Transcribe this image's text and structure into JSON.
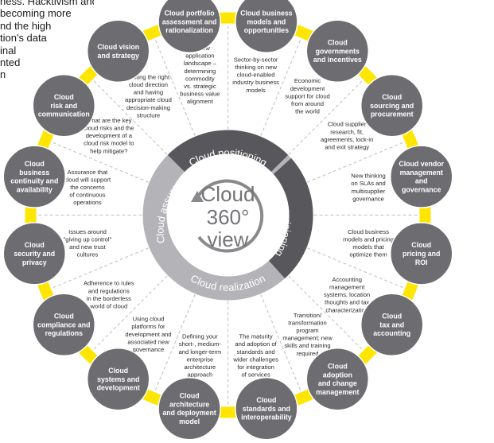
{
  "background_text": [
    "ness. Hacktivism and",
    "becoming more",
    "nd the high",
    "tion's data",
    "inal",
    "nted",
    "n"
  ],
  "center": {
    "line1": "Cloud",
    "line2": "360°",
    "line3": "view"
  },
  "ring_labels": {
    "top": "Cloud positioning",
    "right": "Cloud provisioning",
    "bottom": "Cloud realization",
    "left": "Cloud assurance"
  },
  "nodes": [
    {
      "label": "Cloud portfolio assessment and rationalization",
      "lines": [
        "Cloud portfolio",
        "assessment and",
        "rationalization"
      ],
      "description": [
        "Review",
        "application",
        "landscape –",
        "determining",
        "commodity",
        "vs. strategic",
        "business value",
        "alignment"
      ]
    },
    {
      "label": "Cloud business models and opportunities",
      "lines": [
        "Cloud business",
        "models and",
        "opportunities"
      ],
      "description": [
        "Sector-by-sector",
        "thinking on new",
        "cloud-enabled",
        "industry business",
        "models"
      ]
    },
    {
      "label": "Cloud governments and incentives",
      "lines": [
        "Cloud",
        "governments",
        "and incentives"
      ],
      "description": [
        "Economic",
        "development",
        "support for cloud",
        "from around",
        "the world"
      ]
    },
    {
      "label": "Cloud sourcing and procurement",
      "lines": [
        "Cloud",
        "sourcing and",
        "procurement"
      ],
      "description": [
        "Cloud supplier",
        "research, fit,",
        "agreements, lock-in",
        "and exit strategy"
      ]
    },
    {
      "label": "Cloud vendor management and governance",
      "lines": [
        "Cloud vendor",
        "management",
        "and",
        "governance"
      ],
      "description": [
        "New thinking",
        "on SLAs and",
        "multisupplier",
        "governance"
      ]
    },
    {
      "label": "Cloud pricing and ROI",
      "lines": [
        "Cloud",
        "pricing and",
        "ROI"
      ],
      "description": [
        "Cloud business",
        "models and pricing",
        "models that",
        "optimize them"
      ]
    },
    {
      "label": "Cloud tax and accounting",
      "lines": [
        "Cloud",
        "tax and",
        "accounting"
      ],
      "description": [
        "Accounting",
        "management",
        "systems, location",
        "thoughts and tax",
        "characterization"
      ]
    },
    {
      "label": "Cloud adoption and change management",
      "lines": [
        "Cloud",
        "adoption",
        "and change",
        "management"
      ],
      "description": [
        "Transition/",
        "transformation",
        "program",
        "management; new",
        "skills and training",
        "required"
      ]
    },
    {
      "label": "Cloud standards and interoperability",
      "lines": [
        "Cloud",
        "standards and",
        "interoperability"
      ],
      "description": [
        "The maturity",
        "and adoption of",
        "standards and",
        "wider challenges",
        "for integration",
        "of services"
      ]
    },
    {
      "label": "Cloud architecture and deployment model",
      "lines": [
        "Cloud",
        "architecture",
        "and deployment",
        "model"
      ],
      "description": [
        "Defining your",
        "short-, medium-",
        "and longer-term",
        "enterprise",
        "architecture",
        "approach"
      ]
    },
    {
      "label": "Cloud systems and development",
      "lines": [
        "Cloud",
        "systems and",
        "development"
      ],
      "description": [
        "Using cloud",
        "platforms for",
        "development and",
        "associated new",
        "governance"
      ]
    },
    {
      "label": "Cloud compliance and regulations",
      "lines": [
        "Cloud",
        "compliance and",
        "regulations"
      ],
      "description": [
        "Adherence to rules",
        "and regulations",
        "in the borderless",
        "world of cloud"
      ]
    },
    {
      "label": "Cloud security and privacy",
      "lines": [
        "Cloud",
        "security and",
        "privacy"
      ],
      "description": [
        "Issues around",
        "\"giving up control\"",
        "and new trust",
        "cultures"
      ]
    },
    {
      "label": "Cloud business continuity and availability",
      "lines": [
        "Cloud",
        "business",
        "continuity and",
        "availability"
      ],
      "description": [
        "Assurance that",
        "cloud will support",
        "the concerns",
        "of continuous",
        "operations"
      ]
    },
    {
      "label": "Cloud risk and communication",
      "lines": [
        "Cloud",
        "risk and",
        "communication"
      ],
      "description": [
        "What are the key",
        "cloud risks and the",
        "development of a",
        "cloud risk model to",
        "help mitigate?"
      ]
    },
    {
      "label": "Cloud vision and strategy",
      "lines": [
        "Cloud vision",
        "and strategy"
      ],
      "description": [
        "Setting the right",
        "cloud direction",
        "and having",
        "appropriate cloud",
        "decision-making",
        "structure"
      ]
    }
  ],
  "colors": {
    "yellow_ring": "#FFE600",
    "node_fill": "#6D6D71",
    "node_text": "#FFFFFF",
    "dark_arc": "#58585C",
    "light_arc": "#B4B4B8",
    "center_text": "#747477",
    "divider": "#C8C8CB",
    "description_text": "#2A2A2A"
  }
}
